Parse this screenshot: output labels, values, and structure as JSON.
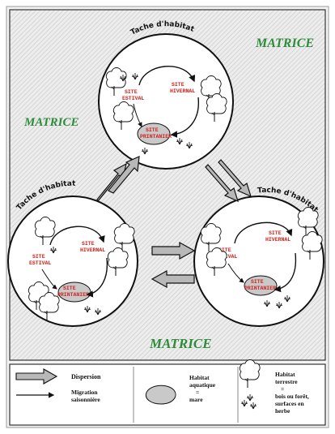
{
  "diagram": {
    "matrix_label": "MATRICE",
    "patch_label": "Tache d'habitat",
    "site_hivernal_1": "SITE",
    "site_hivernal_2": "HIVERNAL",
    "site_estival_1": "SITE",
    "site_estival_2": "ESTIVAL",
    "site_printanier_1": "SITE",
    "site_printanier_2": "PRINTANIER"
  },
  "legend": {
    "dispersion": "Dispersion",
    "migration_1": "Migration",
    "migration_2": "saisonnière",
    "aquatic_1": "Habitat",
    "aquatic_2": "aquatique",
    "aquatic_3": "=",
    "aquatic_4": "mare",
    "terrestrial_1": "Habitat",
    "terrestrial_2": "terrestre",
    "terrestrial_3": "=",
    "terrestrial_4": "bois ou forêt,",
    "terrestrial_5": "surfaces en",
    "terrestrial_6": "herbe"
  },
  "colors": {
    "matrix_text": "#2e8b3a",
    "site_text": "#d0231d",
    "background_hatch": "#d6d6d6",
    "pond_fill": "#c9c9c9"
  }
}
